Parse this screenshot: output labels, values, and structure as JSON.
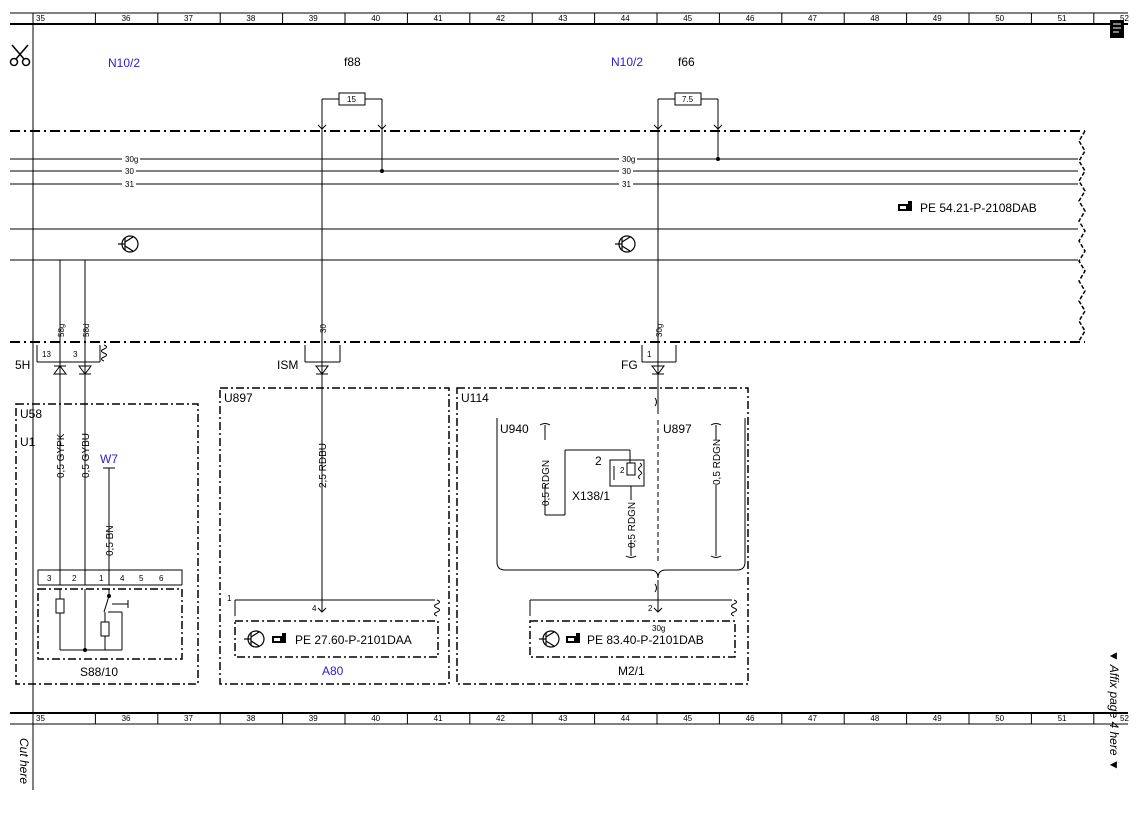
{
  "ruler": {
    "columns": [
      "35",
      "36",
      "37",
      "38",
      "39",
      "40",
      "41",
      "42",
      "43",
      "44",
      "45",
      "46",
      "47",
      "48",
      "49",
      "50",
      "51",
      "52"
    ]
  },
  "top_labels": {
    "n10_2_left": "N10/2",
    "f88": "f88",
    "n10_2_right": "N10/2",
    "f66": "f66",
    "fuse_15": "15",
    "fuse_7_5": "7.5"
  },
  "bus_lines": {
    "l30g_a": "30g",
    "l30_a": "30",
    "l31_a": "31",
    "l30g_b": "30g",
    "l30_b": "30",
    "l31_b": "31"
  },
  "references": {
    "pe_5421": "PE 54.21-P-2108DAB",
    "pe_2760": "PE 27.60-P-2101DAA",
    "pe_8340": "PE 83.40-P-2101DAB"
  },
  "pins": {
    "p58g": "58g",
    "p58d": "58d",
    "p30": "30",
    "p30g": "30g",
    "pin13": "13",
    "pin3": "3",
    "pin1": "1",
    "pin4": "4",
    "pin2": "2",
    "pin30g_m": "30g",
    "sw3": "3",
    "sw2": "2",
    "sw1": "1",
    "sw4": "4",
    "sw5": "5",
    "sw6": "6",
    "u897_1": "1",
    "x138_2": "2",
    "x138_inner2": "2"
  },
  "connectors": {
    "c5h": "5H",
    "ism": "ISM",
    "fg": "FG"
  },
  "boxes": {
    "u58": "U58",
    "u1": "U1",
    "u897_a": "U897",
    "u114": "U114",
    "u940": "U940",
    "u897_b": "U897",
    "x138_1": "X138/1"
  },
  "wires": {
    "w_gypk": "0,5 GYPK",
    "w_gybu": "0,5 GYBU",
    "w_bn": "0,5 BN",
    "w_rdbu": "2,5 RDBU",
    "w_rdgn1": "0,5 RDGN",
    "w_rdgn2": "0,5 RDGN",
    "w_rdgn3": "0,5 RDGN"
  },
  "components": {
    "w7": "W7",
    "s88_10": "S88/10",
    "a80": "A80",
    "m2_1": "M2/1"
  },
  "margin": {
    "cut_here": "Cut here",
    "affix": "▼ Affix page 4 here ▼"
  },
  "colors": {
    "line": "#000000",
    "blue_label": "#2a1fd0"
  }
}
